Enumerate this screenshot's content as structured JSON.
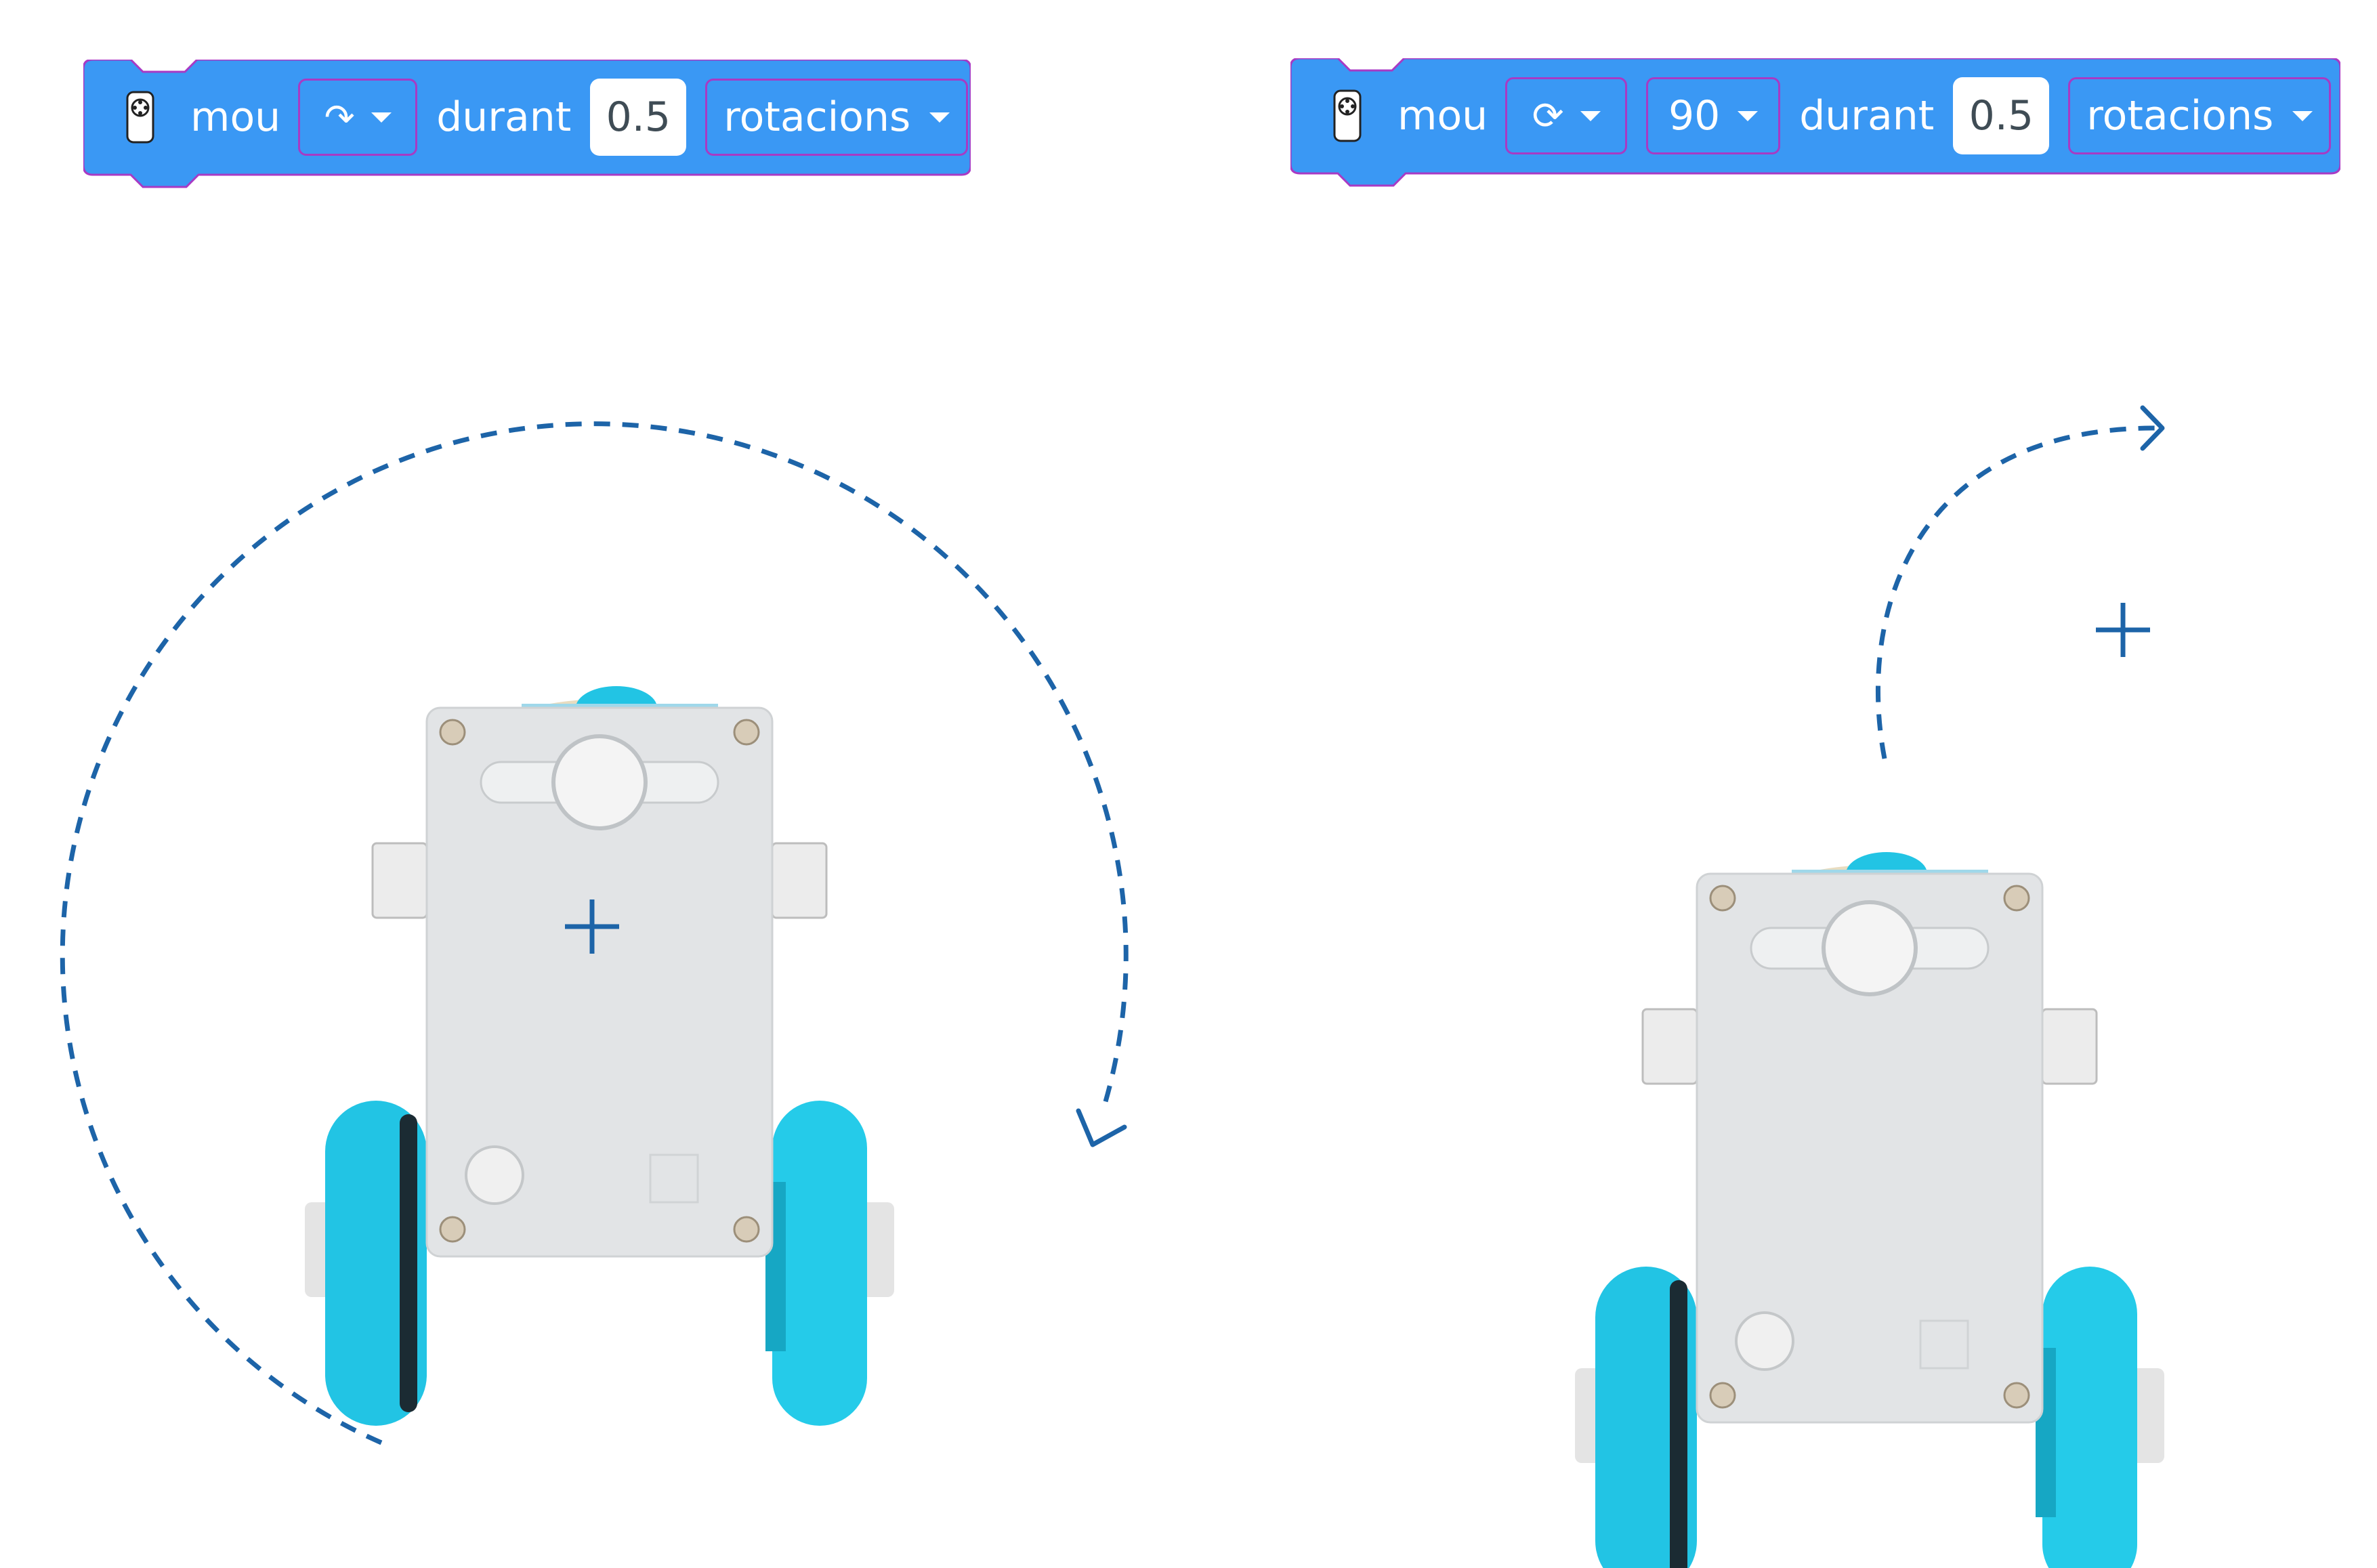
{
  "block_left": {
    "move_label": "mou",
    "direction_symbol": "↷",
    "during_label": "durant",
    "amount_value": "0.5",
    "unit_label": "rotacions"
  },
  "block_right": {
    "move_label": "mou",
    "direction_symbol": "⟳",
    "degrees_value": "90",
    "during_label": "durant",
    "amount_value": "0.5",
    "unit_label": "rotacions"
  },
  "colors": {
    "block_fill": "#3a98f4",
    "block_border": "#a83ac4",
    "arrow_stroke": "#1d64a8",
    "wheel": "#22c4e4",
    "robot_body": "#e2e4e6"
  },
  "icons": {
    "controller": "gamepad-icon",
    "dropdown": "caret-down-icon",
    "center_mark": "plus-icon"
  }
}
